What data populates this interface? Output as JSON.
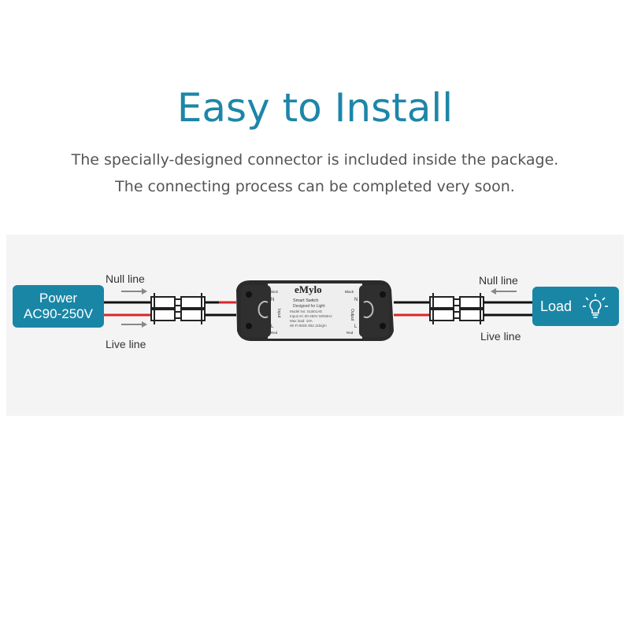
{
  "heading": {
    "title": "Easy to Install",
    "subtitle_line1": "The specially-designed connector is included inside the package.",
    "subtitle_line2": "The connecting process can be completed very soon."
  },
  "source_box": {
    "line1": "Power",
    "line2": "AC90-250V"
  },
  "load_box": {
    "label": "Load"
  },
  "wire_labels": {
    "left_top": "Null line",
    "left_bottom": "Live line",
    "right_top": "Null line",
    "right_bottom": "Live line"
  },
  "device": {
    "brand": "eMylo",
    "line1": "Smart Switch",
    "line2": "Designed for Light",
    "line3": "Model No: SLB01AE",
    "line4": "Input:AC 90-250V 50/60Hz",
    "line5": "Max load: 10A",
    "line6": "Wi-Fi:IEEE 802.11b/g/n",
    "input_label": "Input",
    "output_label": "Output",
    "black_label": "Black",
    "red_label": "Red",
    "n_mark": "N",
    "l_mark": "L"
  },
  "colors": {
    "accent": "#1a86a6",
    "null_wire": "#111111",
    "live_wire": "#d8262a"
  },
  "icons": [
    "lightbulb-icon",
    "arrow-right-icon",
    "arrow-left-icon"
  ]
}
